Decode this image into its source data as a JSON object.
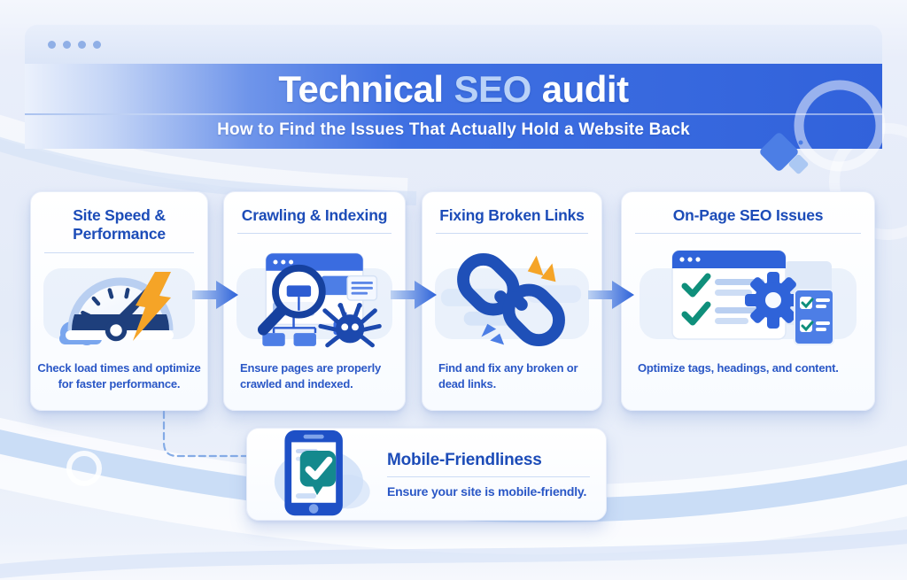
{
  "header": {
    "title": {
      "pre": "Technical",
      "highlight": "SEO",
      "post": "audit"
    },
    "subtitle": "How to Find the Issues That Actually Hold a Website Back"
  },
  "cards": [
    {
      "title": "Site Speed & Performance",
      "description": "Check load times and optimize for faster performance.",
      "icon": "speedometer-lightning-icon"
    },
    {
      "title": "Crawling & Indexing",
      "description": "Ensure pages are properly crawled and indexed.",
      "icon": "browser-magnifier-spider-icon"
    },
    {
      "title": "Fixing Broken Links",
      "description": "Find and fix any broken or dead links.",
      "icon": "broken-chain-icon"
    },
    {
      "title": "On-Page SEO Issues",
      "description": "Optimize tags, headings, and content.",
      "icon": "checklist-gear-icon"
    }
  ],
  "mobile_card": {
    "title": "Mobile-Friendliness",
    "description": "Ensure your site is mobile-friendly.",
    "icon": "phone-check-icon"
  },
  "colors": {
    "banner_blue": "#3162db",
    "title_highlight": "#b9d2f8",
    "card_title_blue": "#1c4cb8",
    "body_text_blue": "#2a57c6",
    "accent_orange": "#f5a427",
    "accent_teal": "#0f8f7b",
    "arrow_blue": "#2e63d9",
    "icon_navy": "#1e3f7c"
  }
}
